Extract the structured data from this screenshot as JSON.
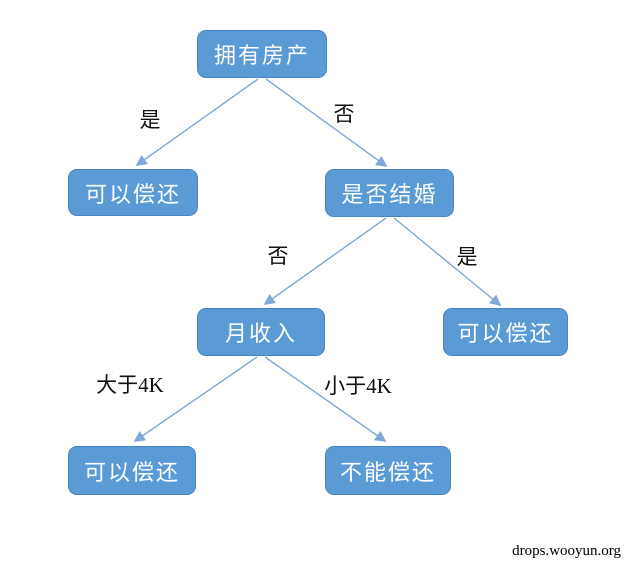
{
  "diagram": {
    "type": "decision-tree",
    "nodes": [
      {
        "id": "own-house",
        "label": "拥有房产"
      },
      {
        "id": "can-repay-1",
        "label": "可以偿还"
      },
      {
        "id": "is-married",
        "label": "是否结婚"
      },
      {
        "id": "monthly-income",
        "label": "月收入"
      },
      {
        "id": "can-repay-2",
        "label": "可以偿还"
      },
      {
        "id": "can-repay-3",
        "label": "可以偿还"
      },
      {
        "id": "cannot-repay",
        "label": "不能偿还"
      }
    ],
    "edges": [
      {
        "from": "own-house",
        "to": "can-repay-1",
        "label": "是"
      },
      {
        "from": "own-house",
        "to": "is-married",
        "label": "否"
      },
      {
        "from": "is-married",
        "to": "monthly-income",
        "label": "否"
      },
      {
        "from": "is-married",
        "to": "can-repay-2",
        "label": "是"
      },
      {
        "from": "monthly-income",
        "to": "can-repay-3",
        "label": "大于4K"
      },
      {
        "from": "monthly-income",
        "to": "cannot-repay",
        "label": "小于4K"
      }
    ]
  },
  "colors": {
    "node_fill": "#5B9BD5",
    "node_border": "#4A86C5",
    "node_text": "#ffffff",
    "arrow": "#7FA8D8",
    "label_text": "#111111",
    "background": "#ffffff"
  },
  "watermark": "drops.wooyun.org"
}
